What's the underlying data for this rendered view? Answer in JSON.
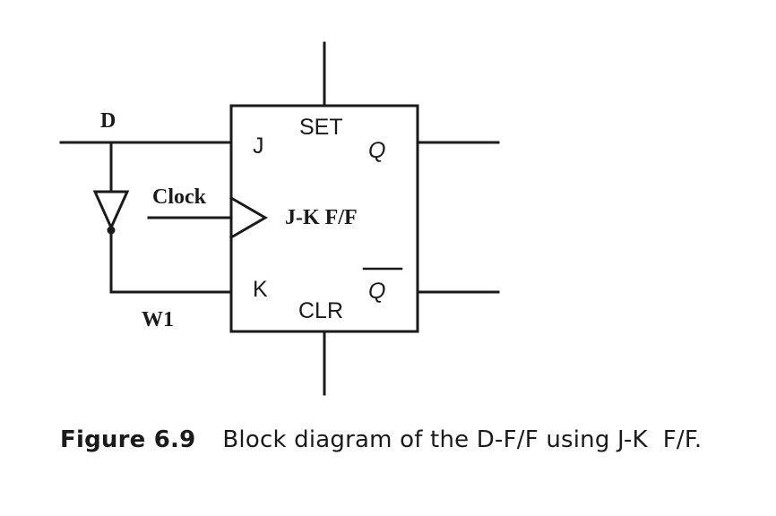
{
  "diagram": {
    "labels": {
      "d": "D",
      "clock": "Clock",
      "w1": "W1",
      "j": "J",
      "k": "K",
      "set": "SET",
      "clr": "CLR",
      "q": "Q",
      "q_bar": "Q",
      "block_title": "J-K F/F"
    }
  },
  "caption": {
    "figure_number": "Figure 6.9",
    "text": "Block diagram of the D-F/F using J-K  F/F."
  }
}
